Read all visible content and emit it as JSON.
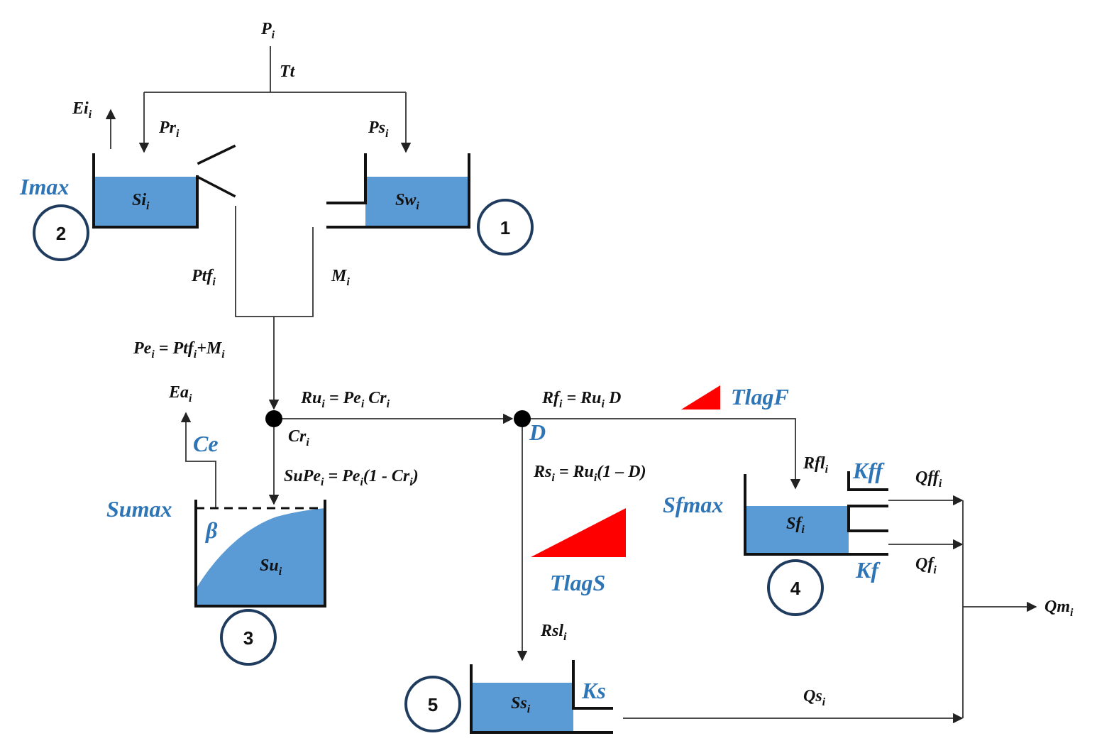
{
  "diagram": {
    "colors": {
      "water": "#5b9bd5",
      "parameter": "#2e75b6",
      "lag": "#ff0000",
      "circle": "#1f3b5e"
    },
    "labels": {
      "precip": [
        "P",
        "i"
      ],
      "tt": "Tt",
      "ei": [
        "Ei",
        "i"
      ],
      "pr": [
        "Pr",
        "i"
      ],
      "ps": [
        "Ps",
        "i"
      ],
      "ptf": [
        "Ptf",
        "i"
      ],
      "m": [
        "M",
        "i"
      ],
      "pe_eq": [
        "Pe",
        "i",
        " = Ptf",
        "i",
        "+M",
        "i"
      ],
      "ea": [
        "Ea",
        "i"
      ],
      "ru_eq": [
        "Ru",
        "i",
        " = Pe",
        "i",
        " Cr",
        "i"
      ],
      "cr": [
        "Cr",
        "i"
      ],
      "supe_eq": [
        "SuPe",
        "i",
        " = Pe",
        "i",
        "(1 - Cr",
        "i",
        ")"
      ],
      "rf_eq": [
        "Rf",
        "i",
        " = Ru",
        "i",
        " D"
      ],
      "rs_eq": [
        "Rs",
        "i",
        " = Ru",
        "i",
        "(1 – D)"
      ],
      "rfl": [
        "Rfl",
        "i"
      ],
      "rsl": [
        "Rsl",
        "i"
      ],
      "qff": [
        "Qff",
        "i"
      ],
      "qf": [
        "Qf",
        "i"
      ],
      "qs": [
        "Qs",
        "i"
      ],
      "qm": [
        "Qm",
        "i"
      ]
    },
    "stores": {
      "si": [
        "Si",
        "i"
      ],
      "sw": [
        "Sw",
        "i"
      ],
      "su": [
        "Su",
        "i"
      ],
      "sf": [
        "Sf",
        "i"
      ],
      "ss": [
        "Ss",
        "i"
      ]
    },
    "parameters": {
      "imax": "Imax",
      "ce": "Ce",
      "sumax": "Sumax",
      "beta": "β",
      "d": "D",
      "tlagf": "TlagF",
      "tlags": "TlagS",
      "sfmax": "Sfmax",
      "kff": "Kff",
      "kf": "Kf",
      "ks": "Ks"
    },
    "numbers": {
      "snow": "1",
      "interception": "2",
      "unsaturated": "3",
      "fast": "4",
      "slow": "5"
    }
  }
}
